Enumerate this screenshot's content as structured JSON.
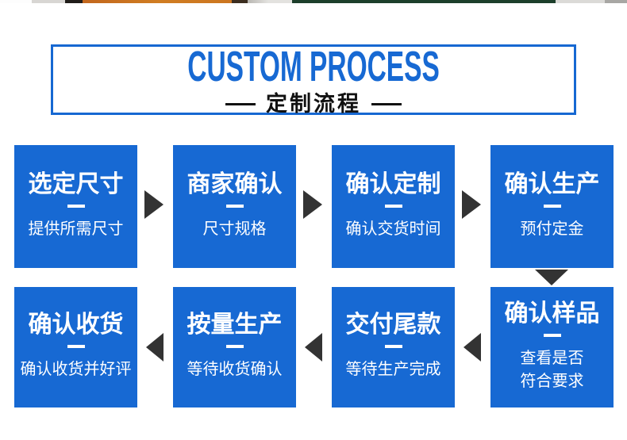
{
  "colors": {
    "accent_blue": "#1769d3",
    "arrow_dark": "#333333",
    "title_text": "#111111",
    "box_text": "#ffffff"
  },
  "header": {
    "title_en": "CUSTOM PROCESS",
    "title_zh": "定制流程"
  },
  "steps": [
    {
      "title": "选定尺寸",
      "subtitle": "提供所需尺寸"
    },
    {
      "title": "商家确认",
      "subtitle": "尺寸规格"
    },
    {
      "title": "确认定制",
      "subtitle": "确认交货时间"
    },
    {
      "title": "确认生产",
      "subtitle": "预付定金"
    },
    {
      "title": "确认样品",
      "subtitle": "查看是否\n符合要求"
    },
    {
      "title": "交付尾款",
      "subtitle": "等待生产完成"
    },
    {
      "title": "按量生产",
      "subtitle": "等待收货确认"
    },
    {
      "title": "确认收货",
      "subtitle": "确认收货并好评"
    }
  ],
  "flow": {
    "row1_order": [
      0,
      1,
      2,
      3
    ],
    "row2_order_left_to_right": [
      7,
      6,
      5,
      4
    ],
    "arrows": [
      "right",
      "right",
      "right",
      "down",
      "left",
      "left",
      "left"
    ]
  }
}
